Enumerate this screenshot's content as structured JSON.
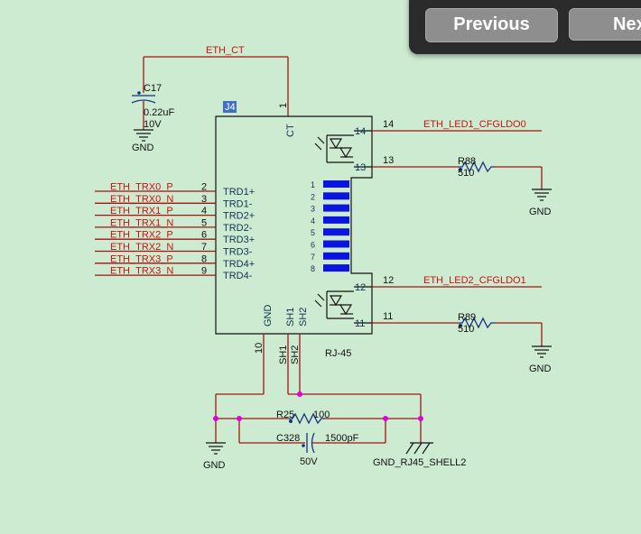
{
  "toolbar": {
    "previous_label": "Previous",
    "next_label": "Nex"
  },
  "connector": {
    "ref": "J4",
    "value": "RJ-45",
    "left_pins": [
      {
        "num": "2",
        "name": "TRD1+",
        "net": "ETH_TRX0_P"
      },
      {
        "num": "3",
        "name": "TRD1-",
        "net": "ETH_TRX0_N"
      },
      {
        "num": "4",
        "name": "TRD2+",
        "net": "ETH_TRX1_P"
      },
      {
        "num": "5",
        "name": "TRD2-",
        "net": "ETH_TRX1_N"
      },
      {
        "num": "6",
        "name": "TRD3+",
        "net": "ETH_TRX2_P"
      },
      {
        "num": "7",
        "name": "TRD3-",
        "net": "ETH_TRX2_N"
      },
      {
        "num": "8",
        "name": "TRD4+",
        "net": "ETH_TRX3_P"
      },
      {
        "num": "9",
        "name": "TRD4-",
        "net": "ETH_TRX3_N"
      }
    ],
    "contacts": [
      "1",
      "2",
      "3",
      "4",
      "5",
      "6",
      "7",
      "8"
    ],
    "ct_pin": {
      "num": "1",
      "name": "CT"
    },
    "gnd_pin": {
      "num": "10",
      "name": "GND"
    },
    "shield_pins": [
      "SH1",
      "SH2"
    ],
    "led1": {
      "pin_a": "14",
      "pin_k": "13",
      "net": "ETH_LED1_CFGLDO0",
      "inner_a": "14",
      "inner_k": "13"
    },
    "led2": {
      "pin_a": "12",
      "pin_k": "11",
      "net": "ETH_LED2_CFGLDO1",
      "inner_a": "12",
      "inner_k": "11"
    }
  },
  "nets": {
    "ct": "ETH_CT",
    "shell": "GND_RJ45_SHELL2",
    "gnd": "GND"
  },
  "c17": {
    "ref": "C17",
    "value": "0.22uF",
    "voltage": "10V"
  },
  "r88": {
    "ref": "R88",
    "value": "510"
  },
  "r89": {
    "ref": "R89",
    "value": "510"
  },
  "r25": {
    "ref": "R25",
    "value": "100"
  },
  "c328": {
    "ref": "C328",
    "value": "1500pF",
    "voltage": "50V"
  },
  "colors": {
    "background": "#cdebd0",
    "wire": "#a01414",
    "net_label": "#cc1111",
    "pad": "#0a16e0",
    "junction": "#e000e0",
    "component": "#1a2f80"
  }
}
